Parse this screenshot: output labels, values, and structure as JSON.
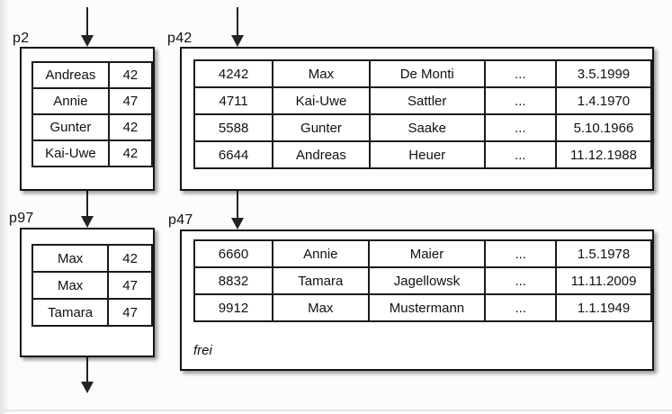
{
  "colors": {
    "line": "#1a1a1a",
    "background": "#fcfcfc",
    "box_fill": "#ffffff",
    "arrow": "#222222"
  },
  "pages": {
    "p2": {
      "label": "p2",
      "rows": [
        [
          "Andreas",
          "42"
        ],
        [
          "Annie",
          "47"
        ],
        [
          "Gunter",
          "42"
        ],
        [
          "Kai-Uwe",
          "42"
        ]
      ]
    },
    "p42": {
      "label": "p42",
      "rows": [
        [
          "4242",
          "Max",
          "De Monti",
          "...",
          "3.5.1999"
        ],
        [
          "4711",
          "Kai-Uwe",
          "Sattler",
          "...",
          "1.4.1970"
        ],
        [
          "5588",
          "Gunter",
          "Saake",
          "...",
          "5.10.1966"
        ],
        [
          "6644",
          "Andreas",
          "Heuer",
          "...",
          "11.12.1988"
        ]
      ]
    },
    "p97": {
      "label": "p97",
      "rows": [
        [
          "Max",
          "42"
        ],
        [
          "Max",
          "47"
        ],
        [
          "Tamara",
          "47"
        ]
      ]
    },
    "p47": {
      "label": "p47",
      "note": "frei",
      "rows": [
        [
          "6660",
          "Annie",
          "Maier",
          "...",
          "1.5.1978"
        ],
        [
          "8832",
          "Tamara",
          "Jagellowsk",
          "...",
          "11.11.2009"
        ],
        [
          "9912",
          "Max",
          "Mustermann",
          "...",
          "1.1.1949"
        ]
      ]
    }
  }
}
